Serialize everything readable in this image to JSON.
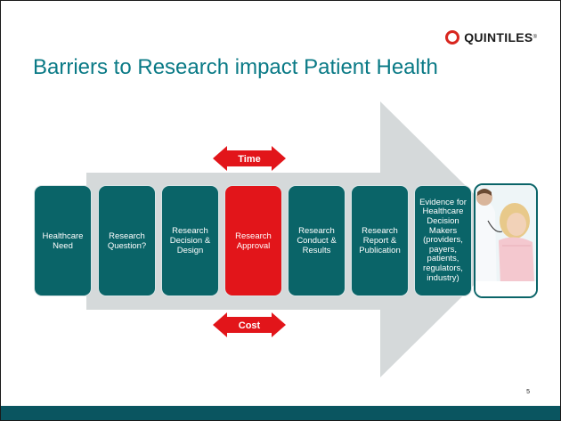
{
  "slide": {
    "logo_text": "QUINTILES",
    "logo_reg": "®",
    "title": "Barriers to Research impact Patient Health",
    "page_number": "5"
  },
  "arrows": {
    "time_label": "Time",
    "cost_label": "Cost",
    "arrow_color": "#e2151a"
  },
  "steps": [
    {
      "label": "Healthcare Need"
    },
    {
      "label": "Research Question?"
    },
    {
      "label": "Research Decision & Design"
    },
    {
      "label": "Research Approval",
      "highlight": true
    },
    {
      "label": "Research Conduct & Results"
    },
    {
      "label": "Research Report & Publication"
    },
    {
      "label": "Evidence for Healthcare Decision Makers (providers, payers, patients, regulators, industry)"
    }
  ],
  "photo": {
    "icon": "doctor-examining-child-photo"
  },
  "colors": {
    "box_teal": "#0a6468",
    "title_teal": "#0a7a86",
    "footer": "#0a5560",
    "big_arrow": "#d5d9da",
    "highlight_red": "#e2151a"
  }
}
